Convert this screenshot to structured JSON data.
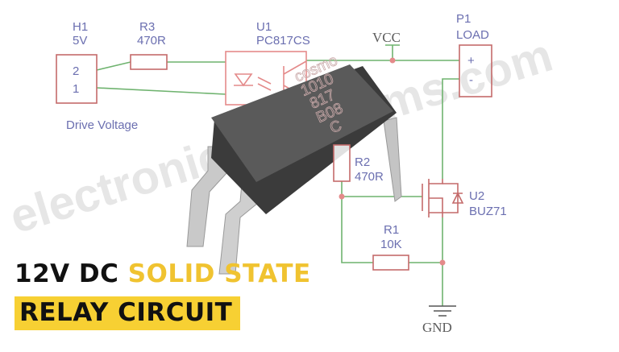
{
  "title": {
    "line1_plain": "12V DC",
    "line1_highlight": "SOLID STATE",
    "line2": "RELAY CIRCUIT"
  },
  "watermark": "electronicsdiagrams.com",
  "chip_marking": [
    "cosmo",
    "1010",
    "817",
    "B08",
    "C"
  ],
  "components": {
    "h1": {
      "ref": "H1",
      "value": "5V",
      "pin_top": "2",
      "pin_bottom": "1",
      "caption": "Drive Voltage"
    },
    "r3": {
      "ref": "R3",
      "value": "470R"
    },
    "u1": {
      "ref": "U1",
      "value": "PC817CS"
    },
    "vcc": {
      "label": "VCC"
    },
    "p1": {
      "ref": "P1",
      "value": "LOAD",
      "pin_plus": "+",
      "pin_minus": "-"
    },
    "r2": {
      "ref": "R2",
      "value": "470R"
    },
    "u2": {
      "ref": "U2",
      "value": "BUZ71"
    },
    "r1": {
      "ref": "R1",
      "value": "10K"
    },
    "gnd": {
      "label": "GND"
    }
  },
  "colors": {
    "wire": "#6fb36f",
    "component": "#c46a6a",
    "label": "#6b6fb0",
    "highlight": "#f7d033"
  }
}
